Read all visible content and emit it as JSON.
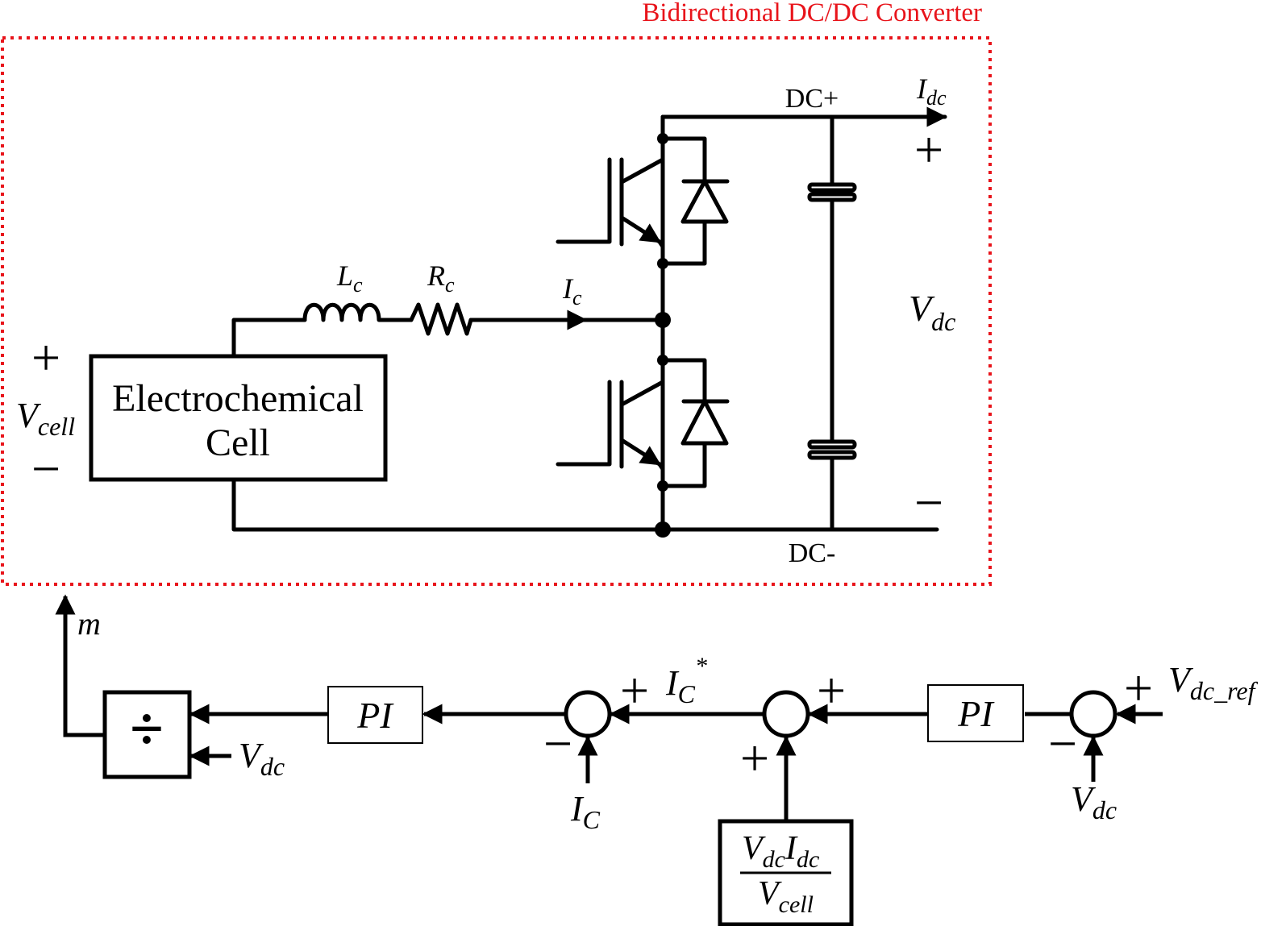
{
  "converter": {
    "title": "Bidirectional DC/DC Converter",
    "border_color": "#e8141b"
  },
  "circuit": {
    "cell_line1": "Electrochemical",
    "cell_line2": "Cell",
    "v_cell_main": "V",
    "v_cell_sub": "cell",
    "plus": "+",
    "minus": "−",
    "inductor_main": "L",
    "inductor_sub": "c",
    "resistor_main": "R",
    "resistor_sub": "c",
    "ic_main": "I",
    "ic_sub": "c",
    "dc_plus": "DC+",
    "dc_minus": "DC-",
    "idc_main": "I",
    "idc_sub": "dc",
    "vdc_main": "V",
    "vdc_sub": "dc"
  },
  "control": {
    "m_label": "m",
    "divide_symbol": "÷",
    "pi_label": "PI",
    "ic_star_main": "I",
    "ic_star_sub": "C",
    "ic_star_sup": "*",
    "ic_meas_main": "I",
    "ic_meas_sub": "C",
    "vdc_main": "V",
    "vdc_sub": "dc",
    "vdc_ref_main": "V",
    "vdc_ref_sub": "dc_ref",
    "ff_num_v": "V",
    "ff_num_v_sub": "dc",
    "ff_num_i": "I",
    "ff_num_i_sub": "dc",
    "ff_den_v": "V",
    "ff_den_v_sub": "cell",
    "plus": "+",
    "minus": "−"
  }
}
